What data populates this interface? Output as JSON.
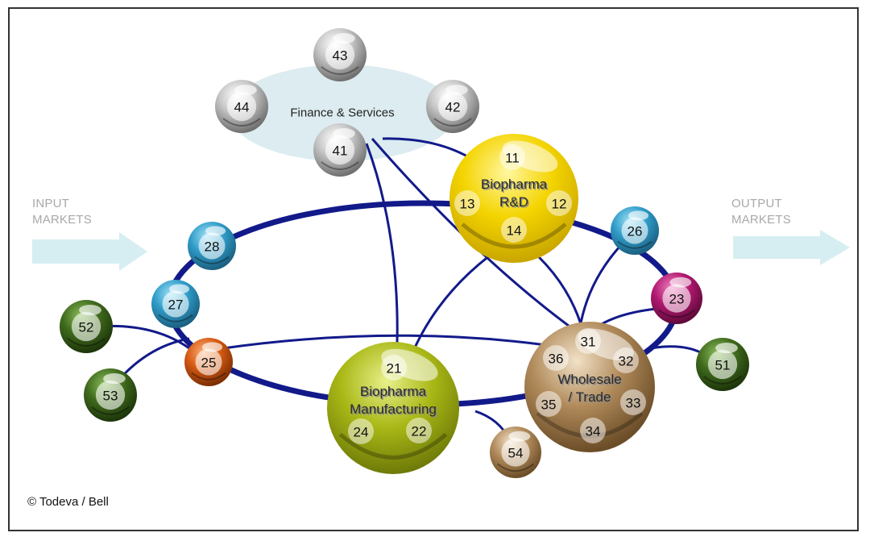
{
  "diagram": {
    "title": "Biopharma cluster network",
    "input_markets": [
      "INPUT",
      "MARKETS"
    ],
    "output_markets": [
      "OUTPUT",
      "MARKETS"
    ],
    "copyright": "© Todeva / Bell",
    "colors": {
      "link": "#121a8a",
      "arrow": "#d6eef1",
      "finance_cloud": "#dcecf0",
      "silver": "#a9a9a9",
      "blue": "#2f9cc8",
      "magenta": "#b0186f",
      "orange": "#d65a12",
      "green": "#3f6a1c",
      "tan": "#b08a5a",
      "yellow": "#f4d400",
      "olive": "#a9b816"
    },
    "finance": {
      "label": "Finance & Services",
      "nodes": [
        "43",
        "44",
        "42",
        "41"
      ]
    },
    "hubs": [
      {
        "id": "rnd",
        "title": [
          "Biopharma",
          "R&D"
        ],
        "members": [
          "11",
          "12",
          "13",
          "14"
        ],
        "color": "yellow"
      },
      {
        "id": "manufacturing",
        "title": [
          "Biopharma",
          "Manufacturing"
        ],
        "members": [
          "21",
          "22",
          "24"
        ],
        "color": "olive"
      },
      {
        "id": "wholesale",
        "title": [
          "Wholesale",
          "/ Trade"
        ],
        "members": [
          "31",
          "32",
          "33",
          "34",
          "35",
          "36"
        ],
        "color": "tan"
      }
    ],
    "nodes": [
      {
        "label": "28",
        "color": "blue"
      },
      {
        "label": "27",
        "color": "blue"
      },
      {
        "label": "26",
        "color": "blue"
      },
      {
        "label": "23",
        "color": "magenta"
      },
      {
        "label": "25",
        "color": "orange"
      },
      {
        "label": "52",
        "color": "green"
      },
      {
        "label": "53",
        "color": "green"
      },
      {
        "label": "51",
        "color": "green"
      },
      {
        "label": "54",
        "color": "tan"
      }
    ],
    "links": [
      [
        "41",
        "R&D hub"
      ],
      [
        "41",
        "21"
      ],
      [
        "41",
        "31"
      ],
      [
        "14",
        "21"
      ],
      [
        "14",
        "31"
      ],
      [
        "26",
        "31"
      ],
      [
        "23",
        "31"
      ],
      [
        "25",
        "31"
      ],
      [
        "25",
        "52"
      ],
      [
        "25",
        "53"
      ],
      [
        "Wholesale hub",
        "51"
      ],
      [
        "Manufacturing hub",
        "54"
      ]
    ]
  }
}
